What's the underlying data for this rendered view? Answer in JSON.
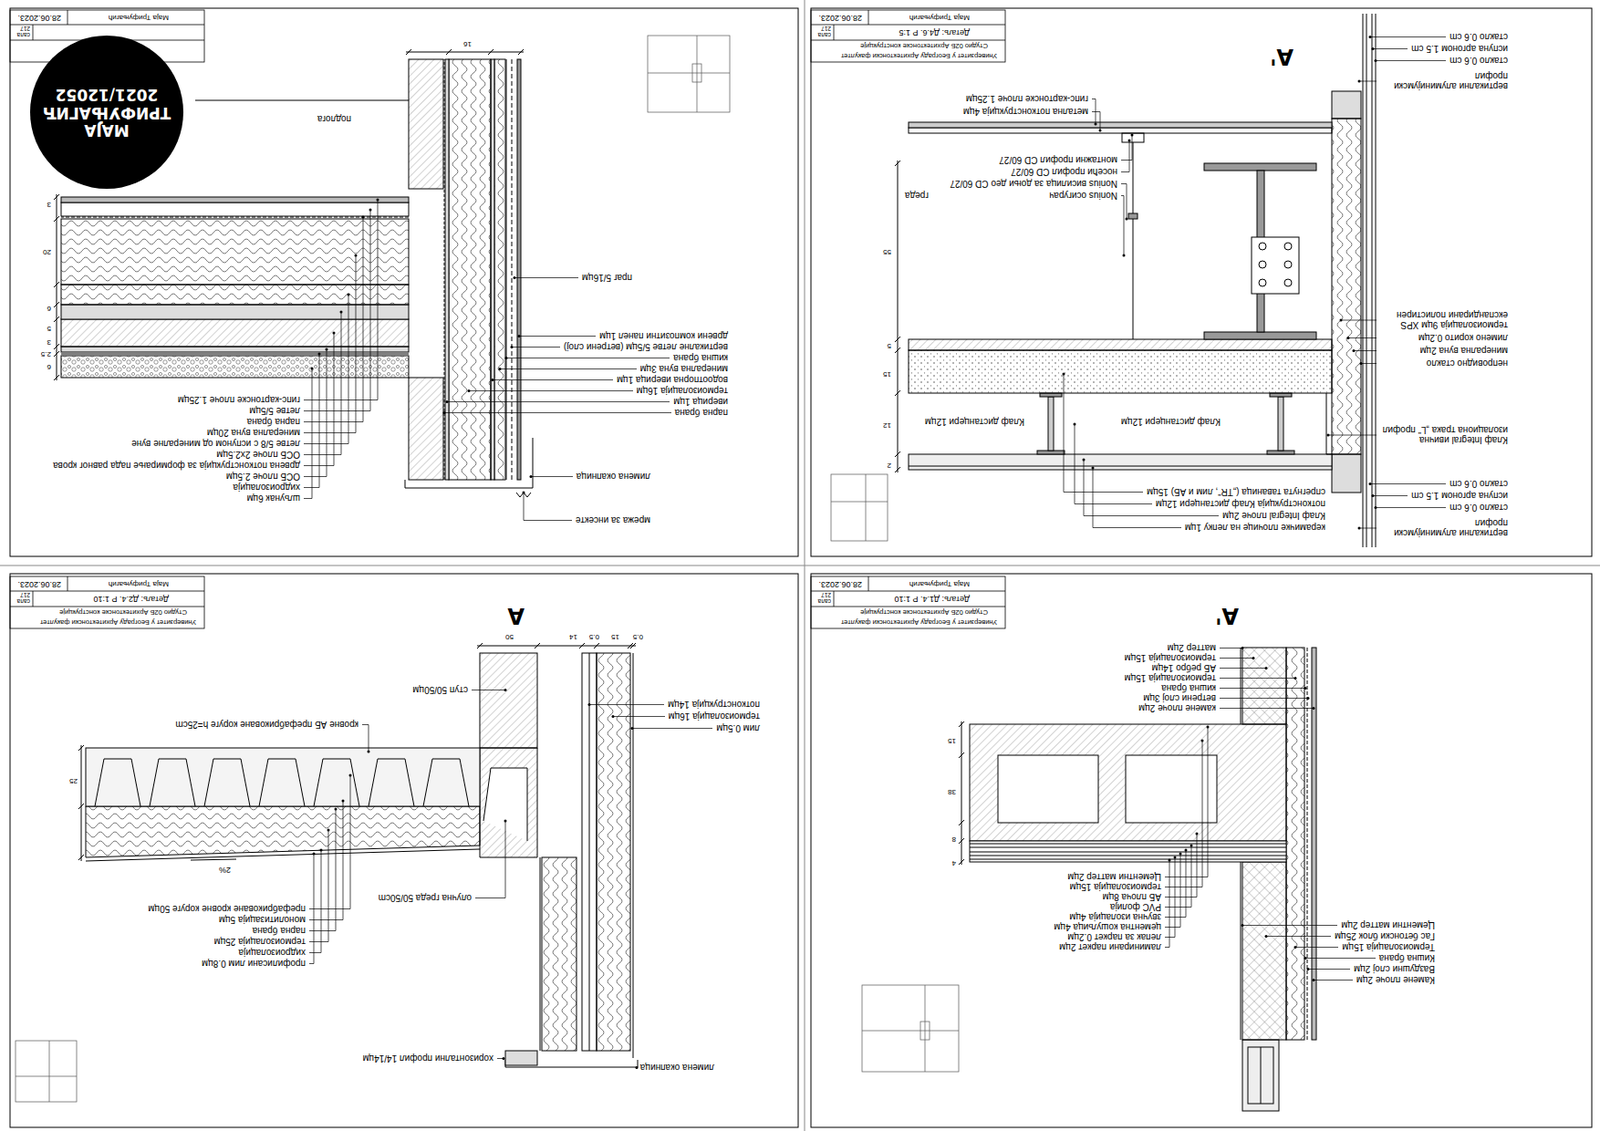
{
  "diagram": {
    "nodes": [
      {
        "text": [
          "МАЈА ТРИФУЊАГИЋ",
          "2021/12052"
        ]
      }
    ],
    "labels": [
      "Камене плоче 2цм",
      "Ваздушни слој 2цм",
      "Кишна брана",
      "Термоизолација 15цм",
      "Гас бетонски блок 25цм",
      "Цементни маттер 2цм",
      "ламинирани паркет 2цм",
      "лепак за паркет 0.2цм",
      "цементна кошуљица 4цм",
      "звучна изолација 4цм",
      "PVC фолија",
      "АБ плоча 8цм",
      "термоизолација 15цм",
      "Цементни маттер 2цм",
      "камене плоче 2цм",
      "ветрени слој 3цм",
      "кишна брана",
      "термоизолација 15цм",
      "АБ ребро 14цм",
      "термоизолација 15цм",
      "маттер 2цм",
      "А'",
      "4",
      "8",
      "38",
      "15",
      "Универзитет у Београду Архитектонски факултет",
      "Студио 02Б Архитектонске конструкције",
      "Детаљ: Д1.4. Р 1:10",
      "сала 217",
      "Маја Трифуњагић",
      "28.06.2023.",
      "лим 0.5цм",
      "термоизолација 16цм",
      "потконструкција 14цм",
      "ступ 50/50цм",
      "кровне АБ префабриковане коруге h=25cm",
      "профилисани лим 0.8цм",
      "хидроизолација",
      "термоизолација 25цм",
      "парна брана",
      "монолитизација 5цм",
      "префабриковане кровне коруге 50цм",
      "олучна греда 50/50cm",
      "хоризонтални профил 14/14цм",
      "лимена окапница",
      "2%",
      "0.5",
      "15",
      "0.5",
      "14",
      "50",
      "25",
      "А",
      "Универзитет у Београду Архитектонски факултет",
      "Студио 02Б Архитектонске конструкције",
      "Детаљ: Д2.4. Р 1:10",
      "сала 217",
      "Маја Трифуњагић",
      "28.06.2023.",
      "вертикални алуминијумски профил",
      "стакло 0.6 cm",
      "испуна аргоном 1.5 cm",
      "стакло 0.6 cm",
      "Клаф Integral ивична изолациона трака „L“ профил",
      "непровидно стакло",
      "минерална вуна 2цм",
      "лимено корито 0.2цм",
      "термоизолација 9цм XPS експандирани полистирен",
      "вертикални алуминијумски профил",
      "стакло 0.6 cm",
      "испуна аргоном 1.5 cm",
      "стакло 0.6 cm",
      "керамичке плочице на лепку 1цм",
      "Клаф Integral плоче 2цм",
      "потконструкција Клаф дистанцери 12цм",
      "спрегнута таваница („TR“, лим и АБ) 15цм",
      "Клаф дистанцери 12цм",
      "Клаф дистанцери 12цм",
      "Nonius осигурач",
      "Nonius висилица за доњи део CD 60/27",
      "носећи профил CD 60/27",
      "монтажни профил CD 60/27",
      "греда",
      "метална потконструкција 4цм",
      "гипс-картонске плоче 1.25цм",
      "А'",
      "2",
      "12",
      "15",
      "5",
      "55",
      "Универзитет у Београду Архитектонски факултет",
      "Студио 02Б Архитектонске конструкције",
      "Детаљ: Д4.6. Р 1:5",
      "сала 217",
      "Маја Трифуњагић",
      "28.06.2023.",
      "парна брана",
      "иверица 1цм",
      "термоизолација 16цм",
      "водоотпорна иверица 1цм",
      "минерална вуна 3цм",
      "кишна брана",
      "вертикалне летве 5/5цм (ветрени слој)",
      "дрвени композитни панел 1цм",
      "праг 5/16цм",
      "подлога",
      "лимена окапница",
      "мрежа за инсекте",
      "шљунак 6цм",
      "хидроизолација",
      "ОСБ плоче 2.5цм",
      "дрвена потконструкција за формирање пада равног крова",
      "ОСБ плоче 2x2.5цм",
      "летве 5/8 с испуном од минералне вуне",
      "минерална вуна 20цм",
      "парна брана",
      "летве 5/5цм",
      "гипс-картонске плоче 1.25цм",
      "6",
      "2.5",
      "3",
      "5",
      "6",
      "20",
      "3",
      "16",
      "сала 217",
      "Маја Трифуњагић",
      "28.06.2023."
    ]
  }
}
